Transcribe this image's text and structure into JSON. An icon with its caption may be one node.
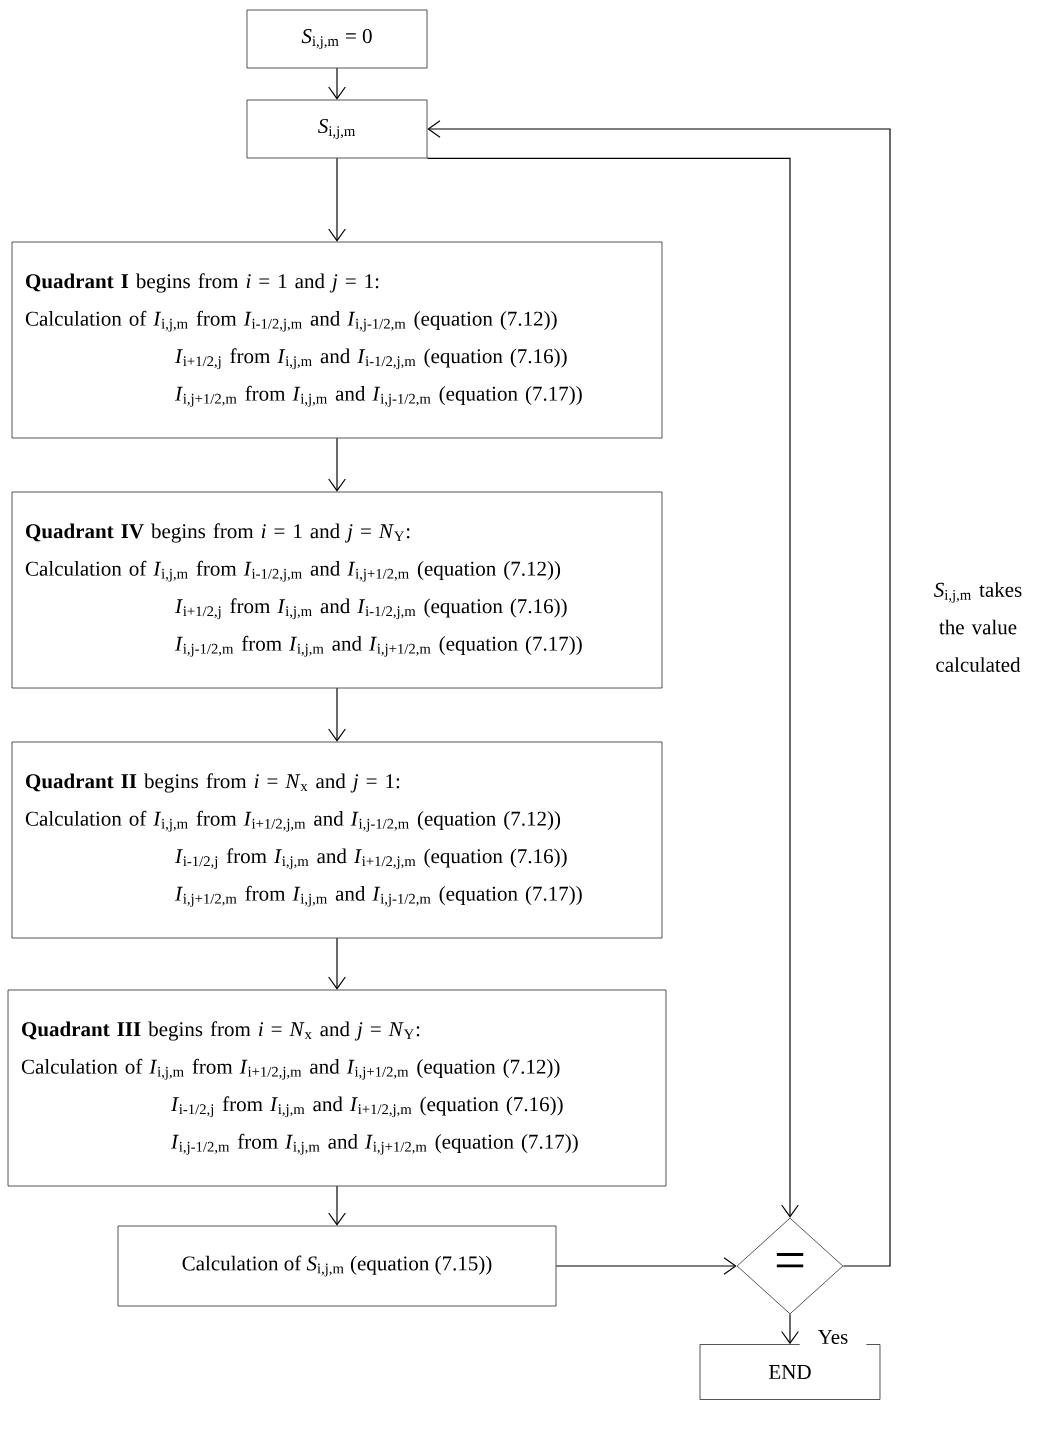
{
  "diagram": {
    "nodes": [
      {
        "text": [
          "*S*$_{i,j,m}$ = 0"
        ]
      },
      {
        "text": [
          "*S*$_{i,j,m}$"
        ]
      },
      {
        "text": [
          "**Quadrant I** begins from *i* = 1 and *j* = 1:",
          "Calculation of *I*$_{i,j,m}$ from *I*$_{i-1/2,j,m}$ and *I*$_{i,j-1/2,m}$ (equation (7.12))",
          "*I*$_{i+1/2,j}$ from *I*$_{i,j,m}$ and *I*$_{i-1/2,j,m}$ (equation (7.16))",
          "*I*$_{i,j+1/2,m}$ from *I*$_{i,j,m}$ and *I*$_{i,j-1/2,m}$ (equation (7.17))"
        ]
      },
      {
        "text": [
          "**Quadrant IV** begins from *i* = 1 and *j* = *N*$_{Y}$:",
          "Calculation of *I*$_{i,j,m}$ from *I*$_{i-1/2,j,m}$ and *I*$_{i,j+1/2,m}$ (equation (7.12))",
          "*I*$_{i+1/2,j}$ from *I*$_{i,j,m}$ and *I*$_{i-1/2,j,m}$ (equation (7.16))",
          "*I*$_{i,j-1/2,m}$ from *I*$_{i,j,m}$ and *I*$_{i,j+1/2,m}$ (equation (7.17))"
        ]
      },
      {
        "text": [
          "**Quadrant II** begins from *i* = *N*$_{x}$ and *j* = 1:",
          "Calculation of *I*$_{i,j,m}$ from *I*$_{i+1/2,j,m}$ and *I*$_{i,j-1/2,m}$ (equation (7.12))",
          "*I*$_{i-1/2,j}$ from *I*$_{i,j,m}$ and *I*$_{i+1/2,j,m}$ (equation (7.16))",
          "*I*$_{i,j+1/2,m}$ from *I*$_{i,j,m}$ and *I*$_{i,j-1/2,m}$ (equation (7.17))"
        ]
      },
      {
        "text": [
          "**Quadrant III** begins from *i* = *N*$_{x}$ and *j* = *N*$_{Y}$:",
          "Calculation of *I*$_{i,j,m}$ from *I*$_{i+1/2,j,m}$ and *I*$_{i,j+1/2,m}$ (equation (7.12))",
          "*I*$_{i-1/2,j}$ from *I*$_{i,j,m}$ and *I*$_{i+1/2,j,m}$ (equation (7.16))",
          "*I*$_{i,j-1/2,m}$ from *I*$_{i,j,m}$ and *I*$_{i,j+1/2,m}$ (equation (7.17))"
        ]
      },
      {
        "text": [
          "Calculation of *S*$_{i,j,m}$ (equation (7.15))"
        ]
      },
      {
        "text": [
          "="
        ]
      },
      {
        "text": [
          "END"
        ]
      }
    ],
    "edges": [
      {
        "from": 0,
        "to": 1,
        "arrow": "to"
      },
      {
        "from": 1,
        "to": 2,
        "arrow": "to"
      },
      {
        "from": 2,
        "to": 3,
        "arrow": "to"
      },
      {
        "from": 3,
        "to": 4,
        "arrow": "to"
      },
      {
        "from": 4,
        "to": 5,
        "arrow": "to"
      },
      {
        "from": 5,
        "to": 6,
        "arrow": "to"
      },
      {
        "from": 6,
        "to": 7,
        "arrow": "to"
      },
      {
        "from": 1,
        "to": 7,
        "arrow": "to"
      },
      {
        "from": 7,
        "to": 1,
        "arrow": "to",
        "label": "*S*$_{i,j,m}$ takes the value calculated"
      },
      {
        "from": 7,
        "to": 8,
        "arrow": "to",
        "label": "Yes"
      }
    ]
  }
}
